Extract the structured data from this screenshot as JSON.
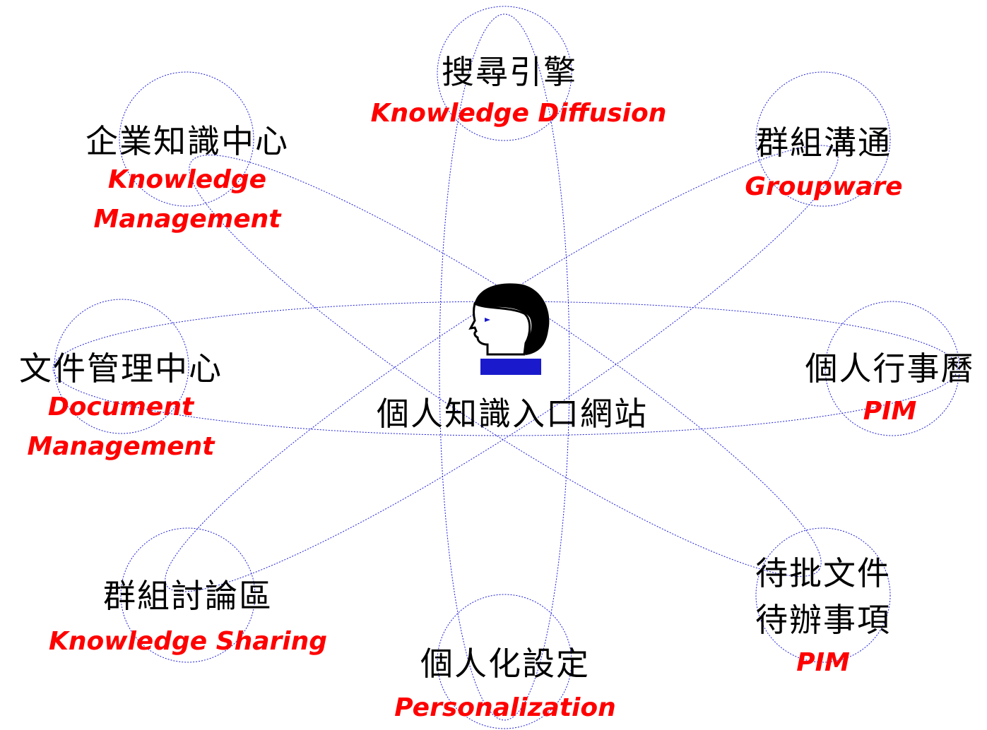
{
  "center": {
    "label": "個人知識入口網站",
    "icon": "person-head-icon"
  },
  "nodes": {
    "search": {
      "zh": "搜尋引擎",
      "en": "Knowledge Diffusion"
    },
    "enterprise": {
      "zh": "企業知識中心",
      "en_line1": "Knowledge",
      "en_line2": "Management"
    },
    "groupware": {
      "zh": "群組溝通",
      "en": "Groupware"
    },
    "document": {
      "zh": "文件管理中心",
      "en_line1": "Document",
      "en_line2": "Management"
    },
    "calendar": {
      "zh": "個人行事曆",
      "en": "PIM"
    },
    "discussion": {
      "zh": "群組討論區",
      "en": "Knowledge Sharing"
    },
    "personalization": {
      "zh": "個人化設定",
      "en": "Personalization"
    },
    "pending": {
      "zh_line1": "待批文件",
      "zh_line2": "待辦事項",
      "en": "PIM"
    }
  },
  "colors": {
    "orbit": "#1f1fd8",
    "english_label": "#ff0000",
    "chinese_label": "#000000",
    "collar": "#1a1acc"
  }
}
